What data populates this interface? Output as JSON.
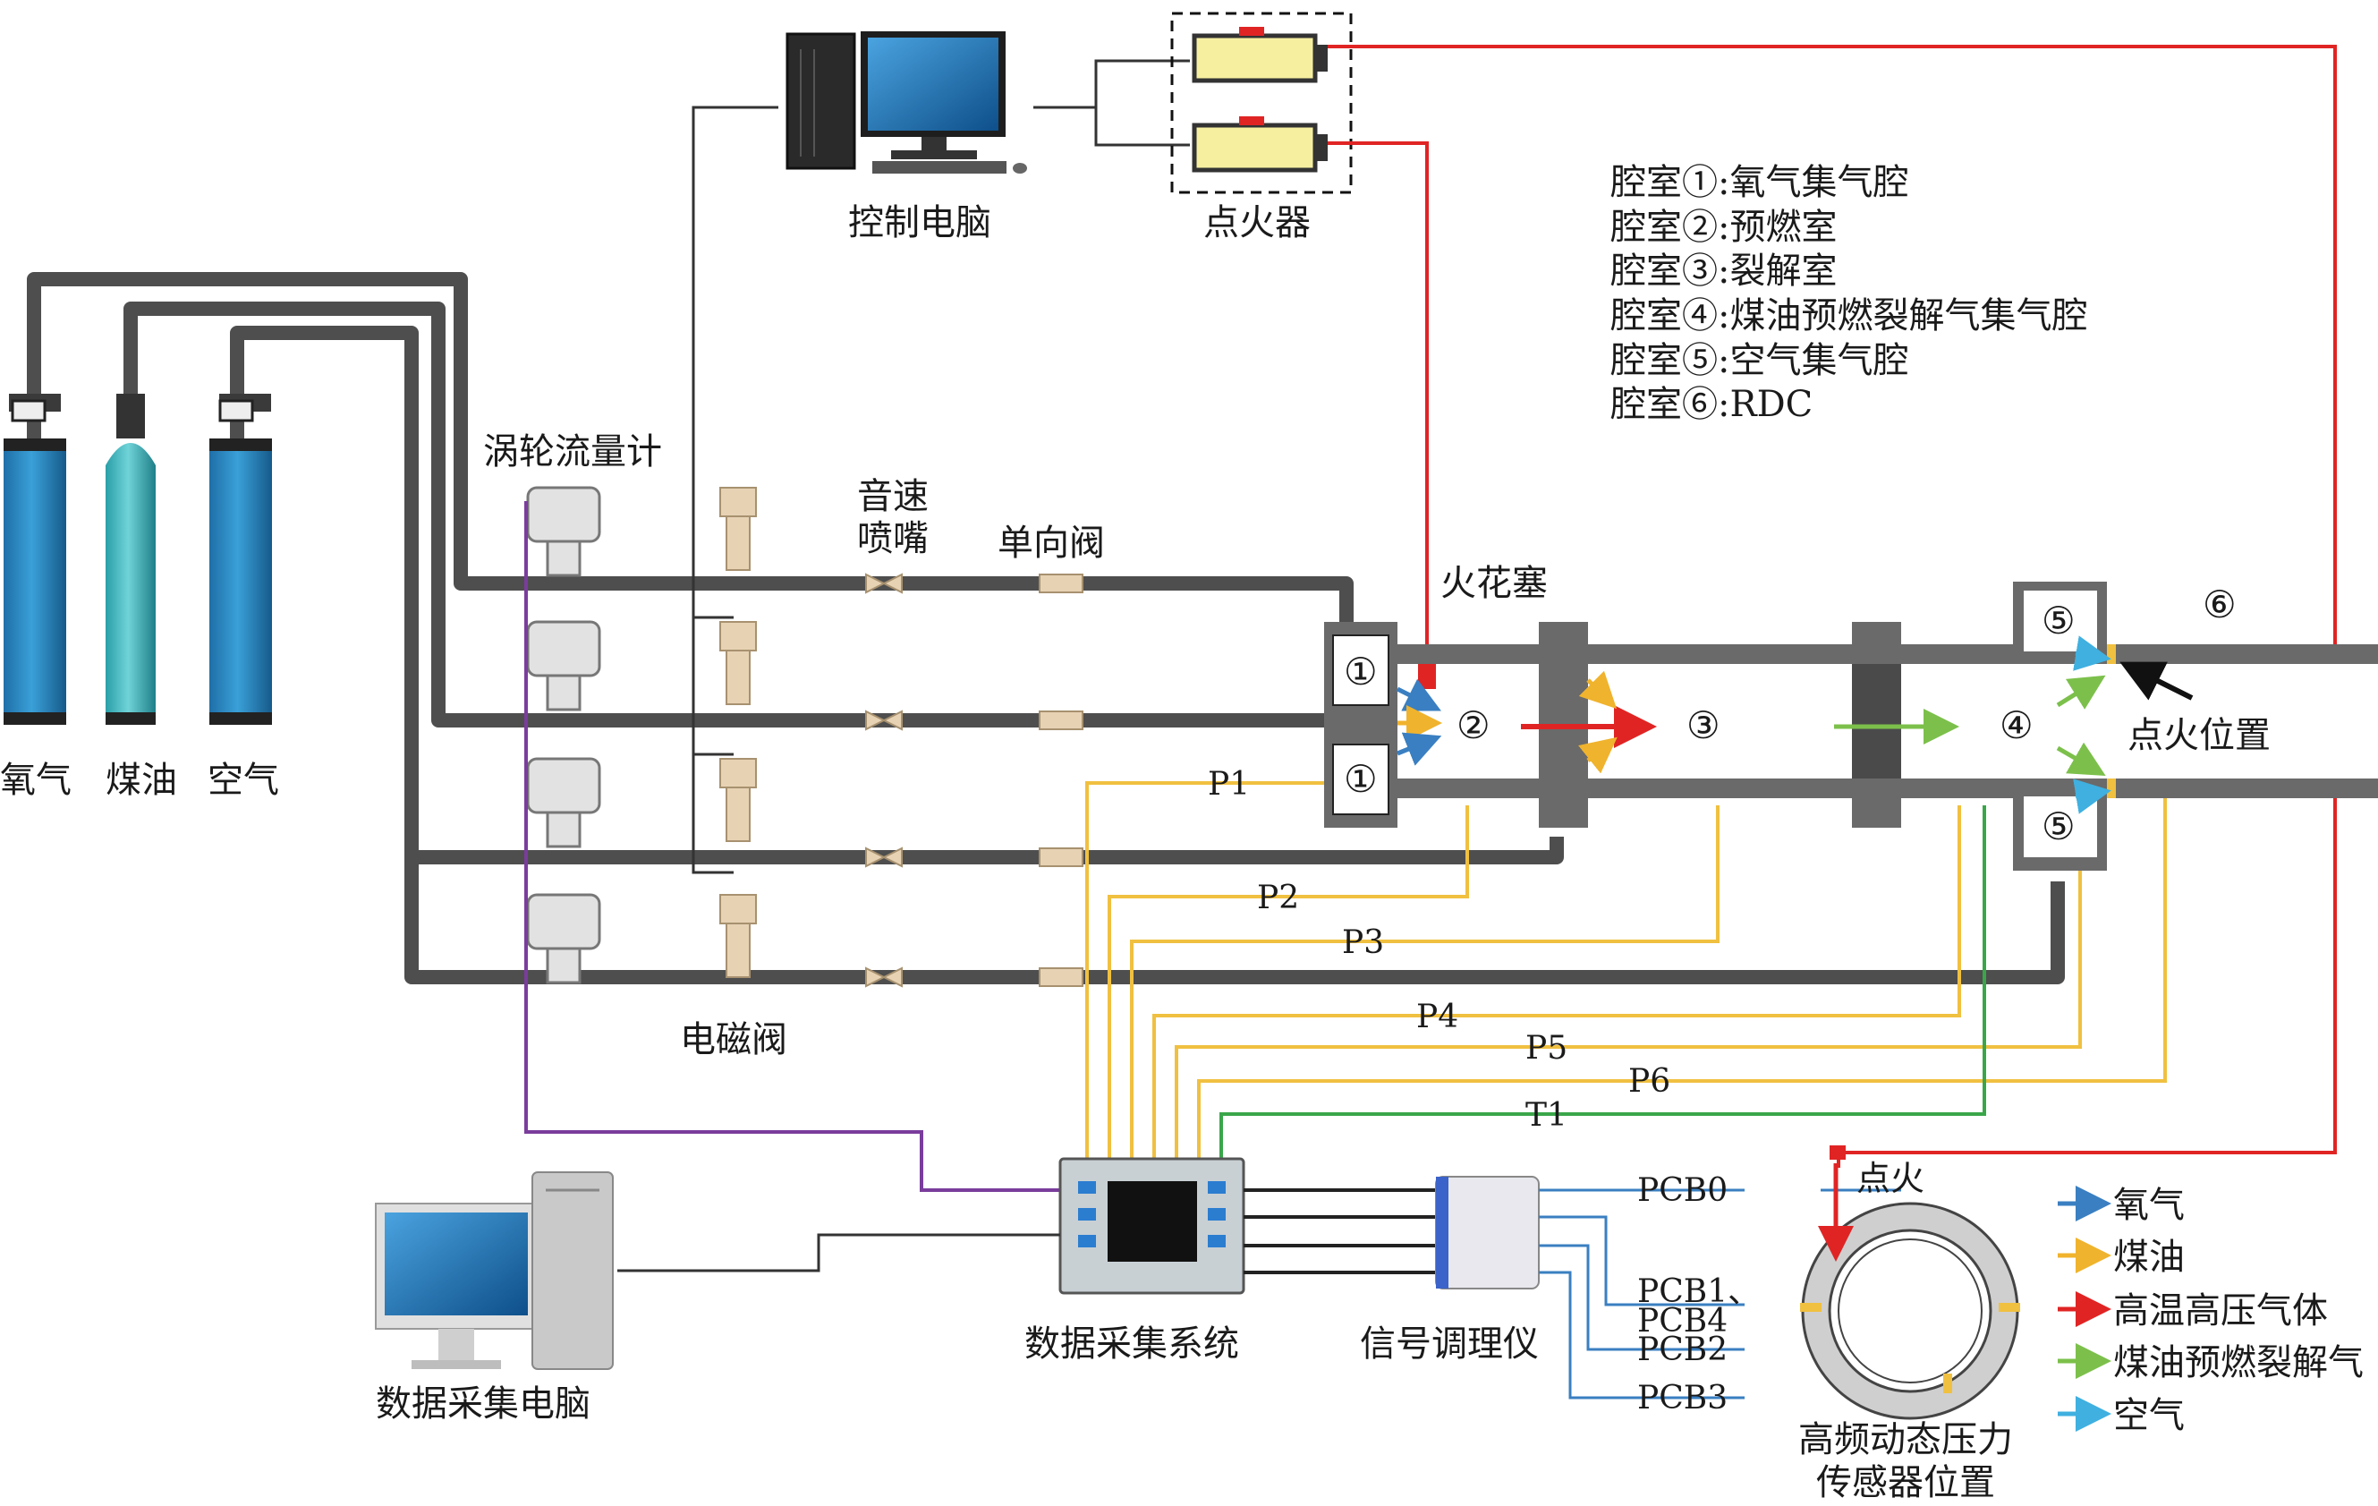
{
  "labels": {
    "control_pc": "控制电脑",
    "igniter": "点火器",
    "turbine_flowmeter": "涡轮流量计",
    "sonic_nozzle_1": "音速",
    "sonic_nozzle_2": "喷嘴",
    "check_valve": "单向阀",
    "spark_plug": "火花塞",
    "solenoid_valve": "电磁阀",
    "oxygen": "氧气",
    "kerosene": "煤油",
    "air": "空气",
    "daq_system": "数据采集系统",
    "daq_pc": "数据采集电脑",
    "signal_conditioner": "信号调理仪",
    "ignition_position": "点火位置",
    "ignition": "点火",
    "sensor_position_1": "高频动态压力",
    "sensor_position_2": "传感器位置"
  },
  "chamber_legend": [
    "腔室①:氧气集气腔",
    "腔室②:预燃室",
    "腔室③:裂解室",
    "腔室④:煤油预燃裂解气集气腔",
    "腔室⑤:空气集气腔",
    "腔室⑥:RDC"
  ],
  "chamber_marks": {
    "c1": "①",
    "c2": "②",
    "c3": "③",
    "c4": "④",
    "c5": "⑤",
    "c6": "⑥"
  },
  "signal_lines": {
    "p1": "P1",
    "p2": "P2",
    "p3": "P3",
    "p4": "P4",
    "p5": "P5",
    "p6": "P6",
    "t1": "T1"
  },
  "pcb_lines": {
    "pcb0": "PCB0",
    "pcb1": "PCB1、",
    "pcb4": "PCB4",
    "pcb2": "PCB2",
    "pcb3": "PCB3"
  },
  "flow_legend": [
    {
      "label": "氧气",
      "color": "#3a7fc1"
    },
    {
      "label": "煤油",
      "color": "#f0b32d"
    },
    {
      "label": "高温高压气体",
      "color": "#e02424"
    },
    {
      "label": "煤油预燃裂解气",
      "color": "#7cc04b"
    },
    {
      "label": "空气",
      "color": "#3fb0e0"
    }
  ],
  "colors": {
    "pipe": "#4e4e4e",
    "signal_yellow": "#f0c040",
    "signal_green": "#3aa64a",
    "ignition_red": "#e02424",
    "daq_purple": "#7a3d9c",
    "oxygen_blue": "#3a7fc1",
    "air_blue": "#3fb0e0",
    "kerosene_orange": "#f0b32d",
    "cracked_gas_green": "#7cc04b"
  }
}
